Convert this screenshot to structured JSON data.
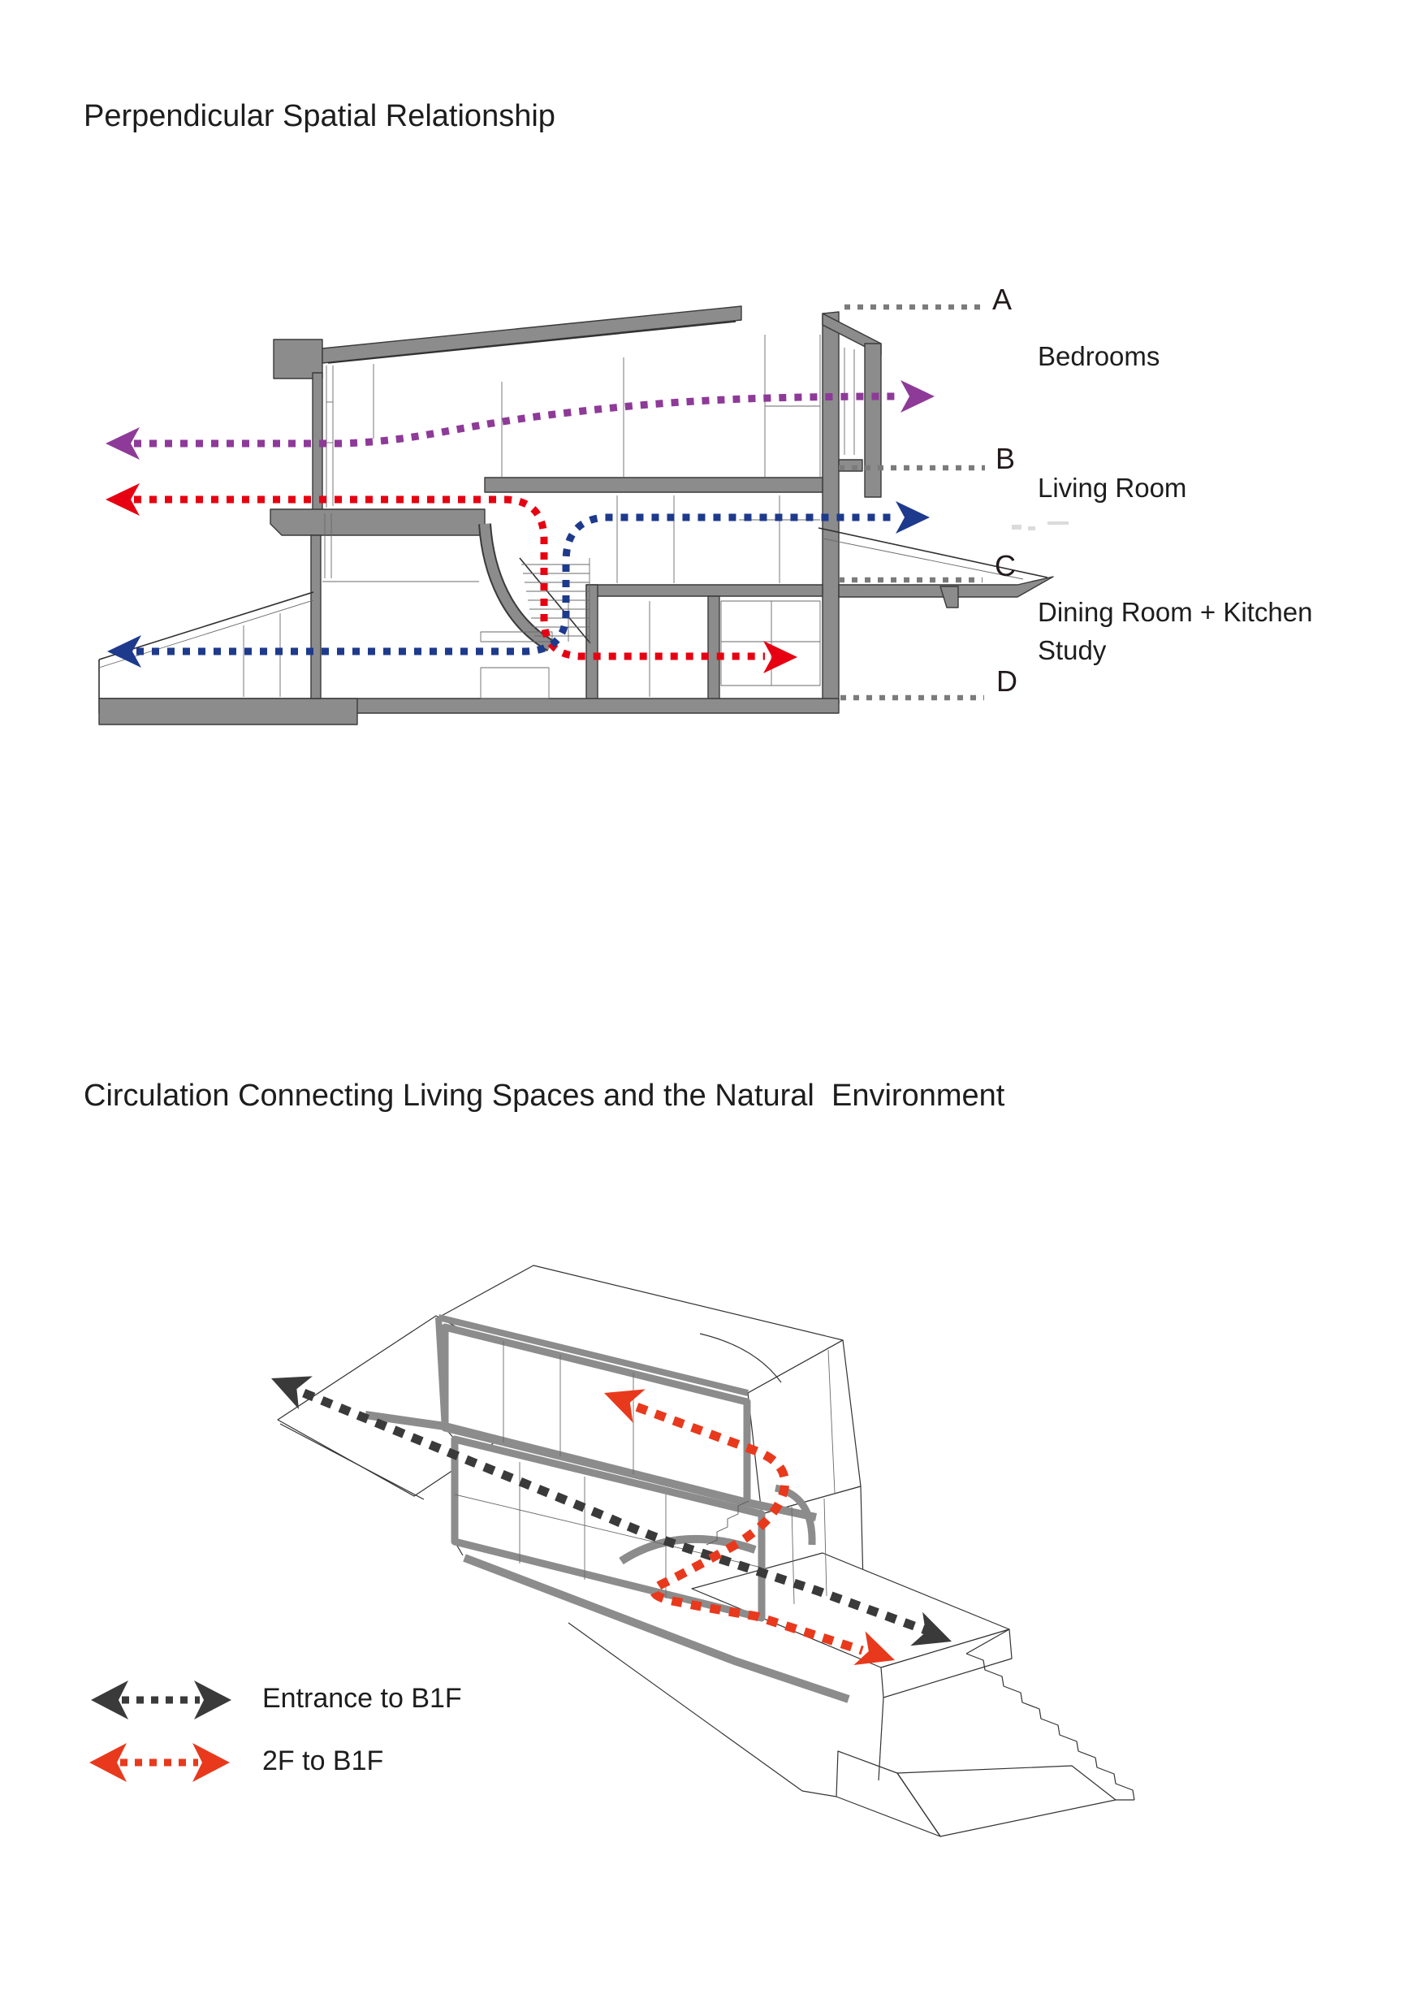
{
  "section_diagram": {
    "title": "Perpendicular Spatial Relationship",
    "markers": [
      {
        "key": "A",
        "room": "Bedrooms"
      },
      {
        "key": "B",
        "room": "Living Room"
      },
      {
        "key": "C",
        "room": "Dining Room + Kitchen",
        "room2": "Study"
      },
      {
        "key": "D"
      }
    ]
  },
  "circulation_diagram": {
    "title": "Circulation Connecting Living Spaces and the Natural  Environment",
    "legend": [
      {
        "label": "Entrance to B1F",
        "color": "#3a3a3a"
      },
      {
        "label": "2F to B1F",
        "color": "#e8391d"
      }
    ]
  },
  "colors": {
    "leader_gray": "#7b7b7b",
    "wall_gray": "#8c8c8c",
    "line_dark": "#3a3a3a",
    "section_purple": "#8e3a98",
    "section_red": "#e60012",
    "section_blue": "#1e3a8c",
    "axon_black": "#3a3a3a",
    "axon_red": "#e8391d",
    "text": "#1d1d1d"
  }
}
